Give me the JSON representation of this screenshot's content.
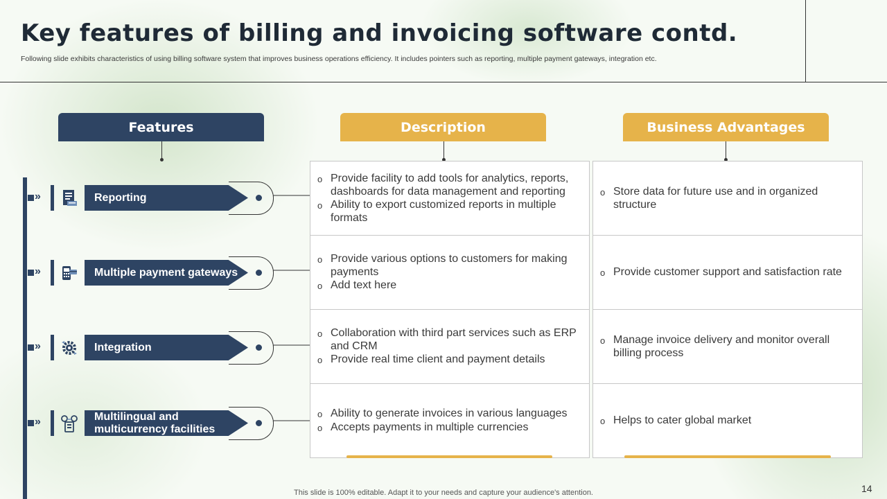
{
  "slide": {
    "title": "Key features of billing and invoicing software contd.",
    "subtitle": "Following slide exhibits characteristics of using billing software system that improves business operations efficiency. It includes pointers such as reporting, multiple payment gateways, integration etc.",
    "footer": "This slide is 100% editable. Adapt it to your needs and capture your audience's attention.",
    "page_number": "14"
  },
  "headers": {
    "features": "Features",
    "description": "Description",
    "advantages": "Business Advantages"
  },
  "rows": [
    {
      "feature": "Reporting",
      "icon": "report-document-icon",
      "description": [
        "Provide facility to add tools for analytics, reports, dashboards for data management and reporting",
        "Ability to export customized reports in multiple formats"
      ],
      "advantages": [
        "Store data for future use and in organized structure"
      ]
    },
    {
      "feature": "Multiple payment gateways",
      "icon": "payment-terminal-icon",
      "description": [
        "Provide various options to customers for making payments",
        "Add text here"
      ],
      "advantages": [
        "Provide customer support and satisfaction rate"
      ]
    },
    {
      "feature": "Integration",
      "icon": "gear-integration-icon",
      "description": [
        "Collaboration with third part services such as ERP and CRM",
        "Provide real time client and payment details"
      ],
      "advantages": [
        "Manage invoice delivery and monitor overall billing process"
      ]
    },
    {
      "feature": "Multilingual and multicurrency facilities",
      "icon": "multicurrency-globe-icon",
      "description": [
        "Ability to generate invoices in various languages",
        "Accepts payments in multiple currencies"
      ],
      "advantages": [
        "Helps to cater global market"
      ]
    }
  ],
  "colors": {
    "navy": "#2e4463",
    "gold": "#e6b34a"
  }
}
